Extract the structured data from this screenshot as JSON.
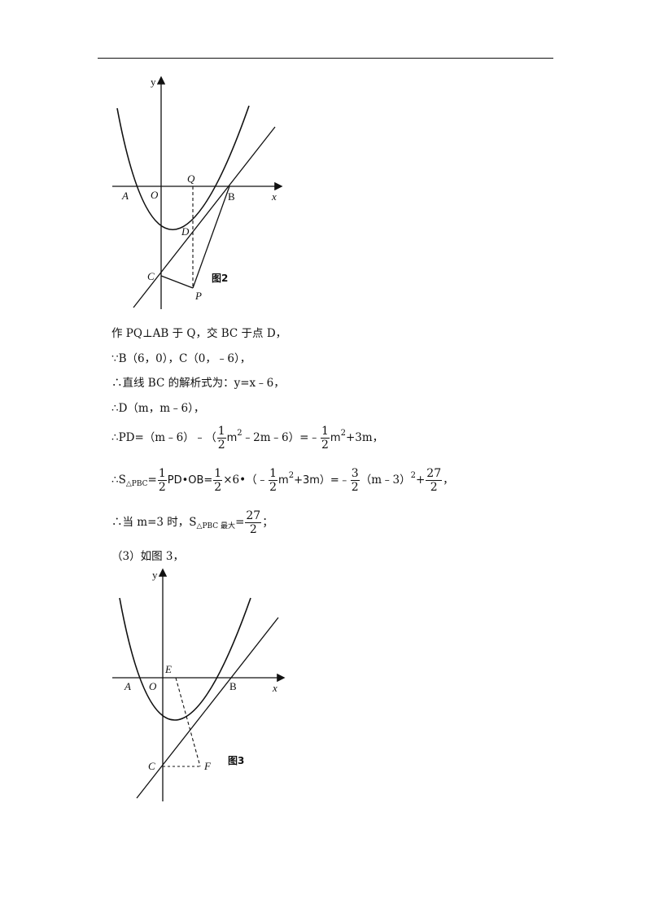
{
  "figure2": {
    "caption": "图2",
    "labels": {
      "y": "y",
      "x": "x",
      "A": "A",
      "O": "O",
      "Q": "Q",
      "B": "B",
      "D": "D",
      "C": "C",
      "P": "P"
    }
  },
  "figure3": {
    "caption": "图3",
    "labels": {
      "y": "y",
      "x": "x",
      "A": "A",
      "O": "O",
      "E": "E",
      "B": "B",
      "C": "C",
      "F": "F"
    }
  },
  "solution": {
    "l1": "作 PQ⊥AB 于 Q，交 BC 于点 D，",
    "l2": "∵B（6，0），C（0，﹣6），",
    "l3": "∴直线 BC 的解析式为：y=x﹣6，",
    "l4": "∴D（m，m﹣6），",
    "l5": {
      "a": "∴PD=（m﹣6）﹣（",
      "f1n": "1",
      "f1d": "2",
      "b": "m",
      "b2": "2",
      "c": "﹣2m﹣6）=﹣",
      "f2n": "1",
      "f2d": "2",
      "d": "m",
      "d2": "2",
      "e": "+3m，"
    },
    "l6": {
      "a": "∴S",
      "asub": "△PBC",
      "b": "=",
      "f1n": "1",
      "f1d": "2",
      "c": "PD•OB=",
      "f2n": "1",
      "f2d": "2",
      "d": "×6•（﹣",
      "f3n": "1",
      "f3d": "2",
      "e": "m",
      "e2": "2",
      "f": "+3m）=﹣",
      "f4n": "3",
      "f4d": "2",
      "g": "（m﹣3）",
      "g2": "2",
      "h": "+",
      "f5n": "27",
      "f5d": "2",
      "i": "，"
    },
    "l7": {
      "a": "∴当 m=3 时，S",
      "asub": "△PBC 最大",
      "b": "=",
      "fn": "27",
      "fd": "2",
      "c": "；"
    },
    "l8": "（3）如图 3，"
  }
}
